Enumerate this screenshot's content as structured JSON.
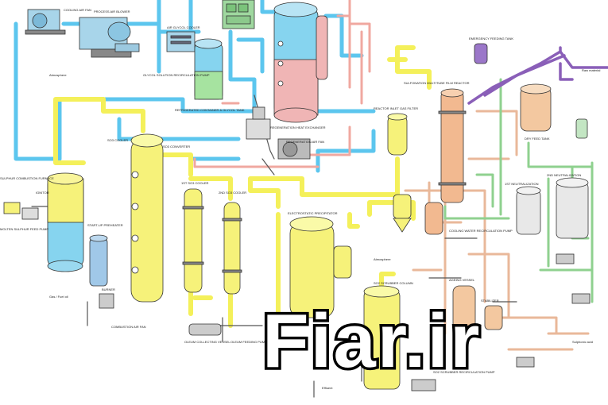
{
  "watermark": {
    "text": "Fiar.ir"
  },
  "colors": {
    "cooling_water": "#5cc6ee",
    "sulfur_gas": "#f4f05a",
    "acid": "#f0a8a0",
    "steam": "#e9b89a",
    "process": "#8fd18f",
    "nitrogen": "#8a5fb8",
    "vessel_yellow": "#f6f27a",
    "vessel_blue": "#86d4ef",
    "vessel_pink": "#f0b5b5",
    "vessel_orange": "#f2b990",
    "vessel_tan": "#f3c8a0"
  },
  "labels": {
    "cooling_air_fan": "COOLING AIR FAN",
    "process_air_blower": "PROCESS AIR BLOWER",
    "air_glycol_cooler": "AIR GLYCOL COOLER",
    "glycol_solution_recirc_pump": "GLYCOL SOLUTION RECIRCULATION PUMP",
    "atmosphere": "Atmosphere",
    "refrigerated_container": "REFRIGERATED CONTAINER & GLYCOL TANK",
    "regeneration_heat_exchanger": "REGENERATION HEAT EXCHANGER",
    "regeneration_air_fan": "REGENERATION AIR FAN",
    "sulphur_combustion_furnace": "SULPHUR COMBUSTION FURNACE",
    "ignitor": "IGNITOR",
    "molten_sulphur_feed_pump": "MOLTEN SULPHUR FEED PUMP",
    "start_up_preheater": "START-UP PREHEATER",
    "burner": "BURNER",
    "gas_fuel": "Gas / Fuel oil",
    "combustion_air_fan": "COMBUSTION AIR FAN",
    "so3_cooler": "SO3 COOLER",
    "so3_converter": "SO3 CONVERTER",
    "first_so3_cooler": "1ST SO3 COOLER",
    "second_so3_cooler": "2ND SO3 COOLER",
    "oleum_collecting_vessel": "OLEUM COLLECTING VESSEL",
    "oleum_feeding_pump": "OLEUM FEEDING PUMP",
    "electrostatic_precipitator": "ELECTROSTATIC PRECIPITATOR",
    "so2_scrubber_column": "SO2 SCRUBBER COLUMN",
    "so2_scrubber_recirc_pump": "SO2 SCRUBBER RECIRCULATION PUMP",
    "effluent": "Effluent",
    "reactor_inlet_gas_filter": "REACTOR INLET GAS FILTER",
    "sulfonation_reactor": "SULFONATION MULTITUBE FILM REACTOR",
    "emergency_feeding_tank": "EMERGENCY FEEDING TANK",
    "dry_feed_tank": "DRY FEED TANK",
    "raw_material": "Raw material",
    "first_neutralization": "1ST NEUTRALIZATION",
    "second_neutralization": "2ND NEUTRALIZATION",
    "ageing_vessel": "AGEING VESSEL",
    "stabilizer": "STABILIZER",
    "cooling_water_recirc_pump": "COOLING WATER RECIRCULATION PUMP",
    "sulphonic_acid": "Sulphonic acid"
  }
}
